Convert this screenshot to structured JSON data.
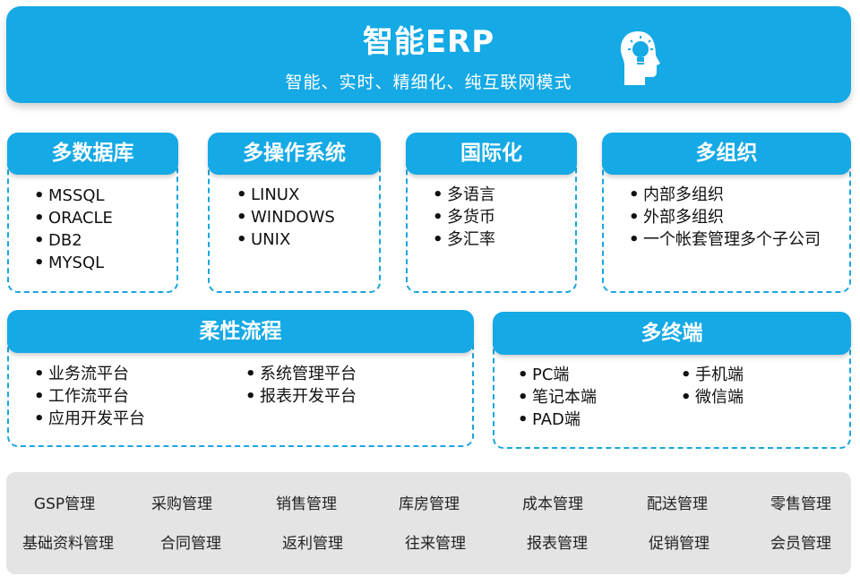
{
  "header": {
    "title": "智能ERP",
    "subtitle": "智能、实时、精细化、纯互联网模式",
    "icon": "head-lightbulb-icon",
    "color": "#15a9e5"
  },
  "cards": [
    {
      "title": "多数据库",
      "items": [
        "MSSQL",
        "ORACLE",
        "DB2",
        "MYSQL"
      ]
    },
    {
      "title": "多操作系统",
      "items": [
        "LINUX",
        "WINDOWS",
        "UNIX"
      ]
    },
    {
      "title": "国际化",
      "items": [
        "多语言",
        "多货币",
        "多汇率"
      ]
    },
    {
      "title": "多组织",
      "items": [
        "内部多组织",
        "外部多组织",
        "一个帐套管理多个子公司"
      ]
    },
    {
      "title": "柔性流程",
      "items": [
        "业务流平台",
        "工作流平台",
        "应用开发平台"
      ],
      "items2": [
        "系统管理平台",
        "报表开发平台"
      ]
    },
    {
      "title": "多终端",
      "items": [
        "PC端",
        "笔记本端",
        "PAD端"
      ],
      "items2": [
        "手机端",
        "微信端"
      ]
    }
  ],
  "modules": [
    [
      "GSP管理",
      "采购管理",
      "销售管理",
      "库房管理",
      "成本管理",
      "配送管理",
      "零售管理"
    ],
    [
      "基础资料管理",
      "合同管理",
      "返利管理",
      "往来管理",
      "报表管理",
      "促销管理",
      "会员管理"
    ]
  ]
}
